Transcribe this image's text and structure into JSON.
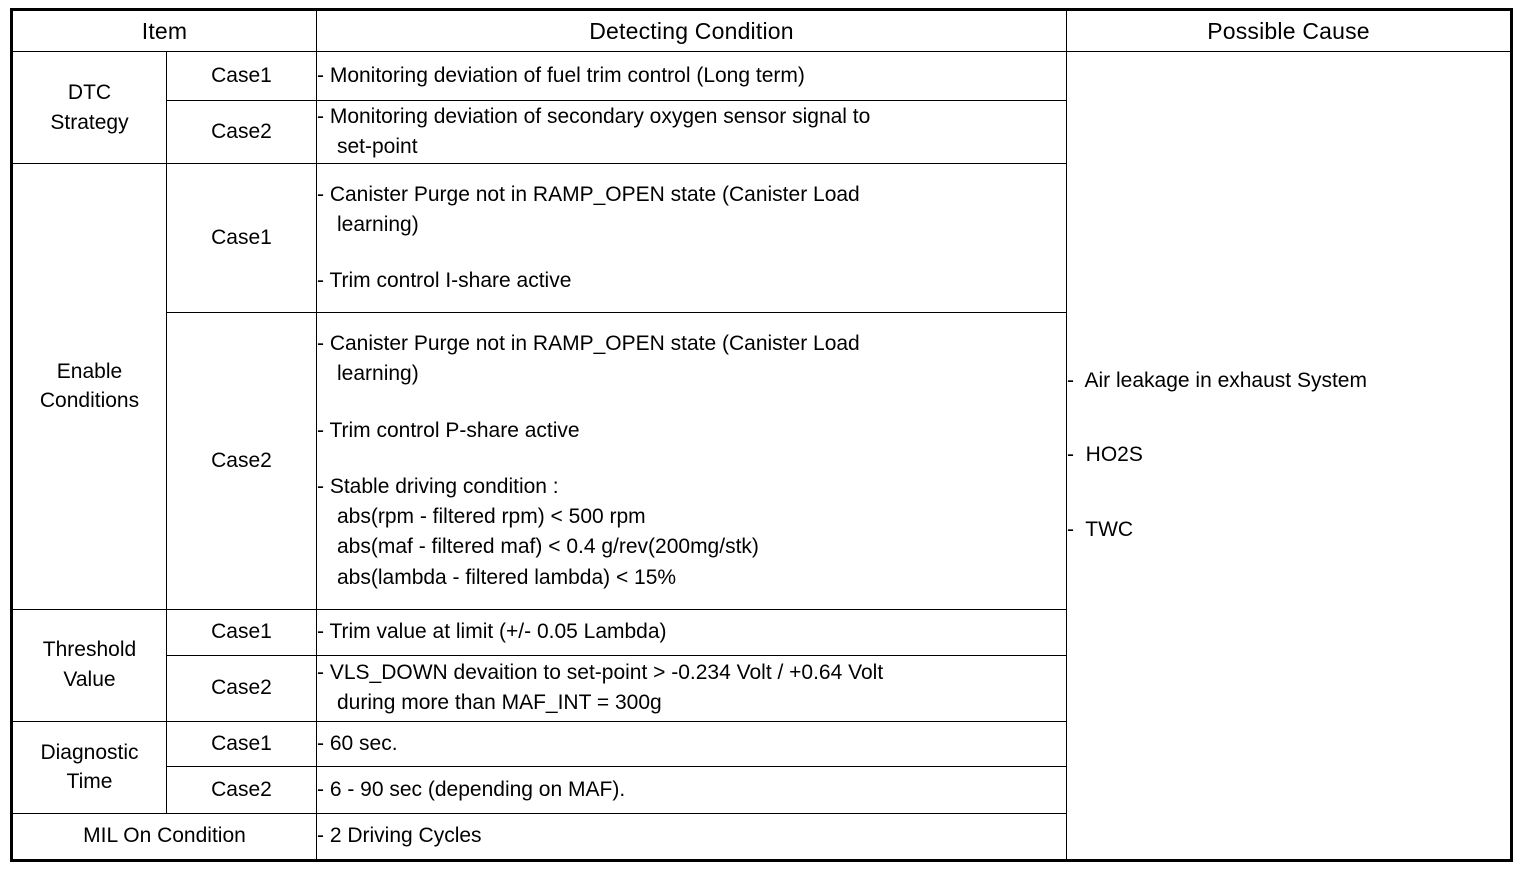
{
  "table": {
    "headers": {
      "item": "Item",
      "detecting_condition": "Detecting Condition",
      "possible_cause": "Possible Cause"
    },
    "case_labels": {
      "case1": "Case1",
      "case2": "Case2"
    },
    "rows": {
      "dtc_strategy": {
        "label_line1": "DTC",
        "label_line2": "Strategy",
        "case1": "- Monitoring deviation of fuel trim control (Long term)",
        "case2_line1": "- Monitoring deviation of secondary oxygen sensor signal to",
        "case2_line2": "set-point"
      },
      "enable_conditions": {
        "label_line1": "Enable",
        "label_line2": "Conditions",
        "case1_line1": "- Canister Purge not in RAMP_OPEN state (Canister Load",
        "case1_line2": "learning)",
        "case1_line3": "- Trim control I-share active",
        "case2_line1": "- Canister Purge not in RAMP_OPEN state (Canister Load",
        "case2_line2": "learning)",
        "case2_line3": "- Trim control P-share active",
        "case2_line4": "- Stable driving condition :",
        "case2_line5": "abs(rpm - filtered rpm) < 500 rpm",
        "case2_line6": "abs(maf - filtered maf) < 0.4 g/rev(200mg/stk)",
        "case2_line7": "abs(lambda - filtered lambda) < 15%"
      },
      "threshold_value": {
        "label_line1": "Threshold",
        "label_line2": "Value",
        "case1": "- Trim value at limit (+/- 0.05 Lambda)",
        "case2_line1": "- VLS_DOWN devaition to set-point > -0.234 Volt / +0.64 Volt",
        "case2_line2": "during more than MAF_INT = 300g"
      },
      "diagnostic_time": {
        "label_line1": "Diagnostic",
        "label_line2": "Time",
        "case1": "- 60 sec.",
        "case2": "- 6 - 90 sec (depending on MAF)."
      },
      "mil_on_condition": {
        "label": "MIL On Condition",
        "value": "- 2 Driving Cycles"
      }
    },
    "possible_cause_items": [
      "-  Air leakage in exhaust System",
      "-  HO2S",
      "-  TWC"
    ]
  }
}
